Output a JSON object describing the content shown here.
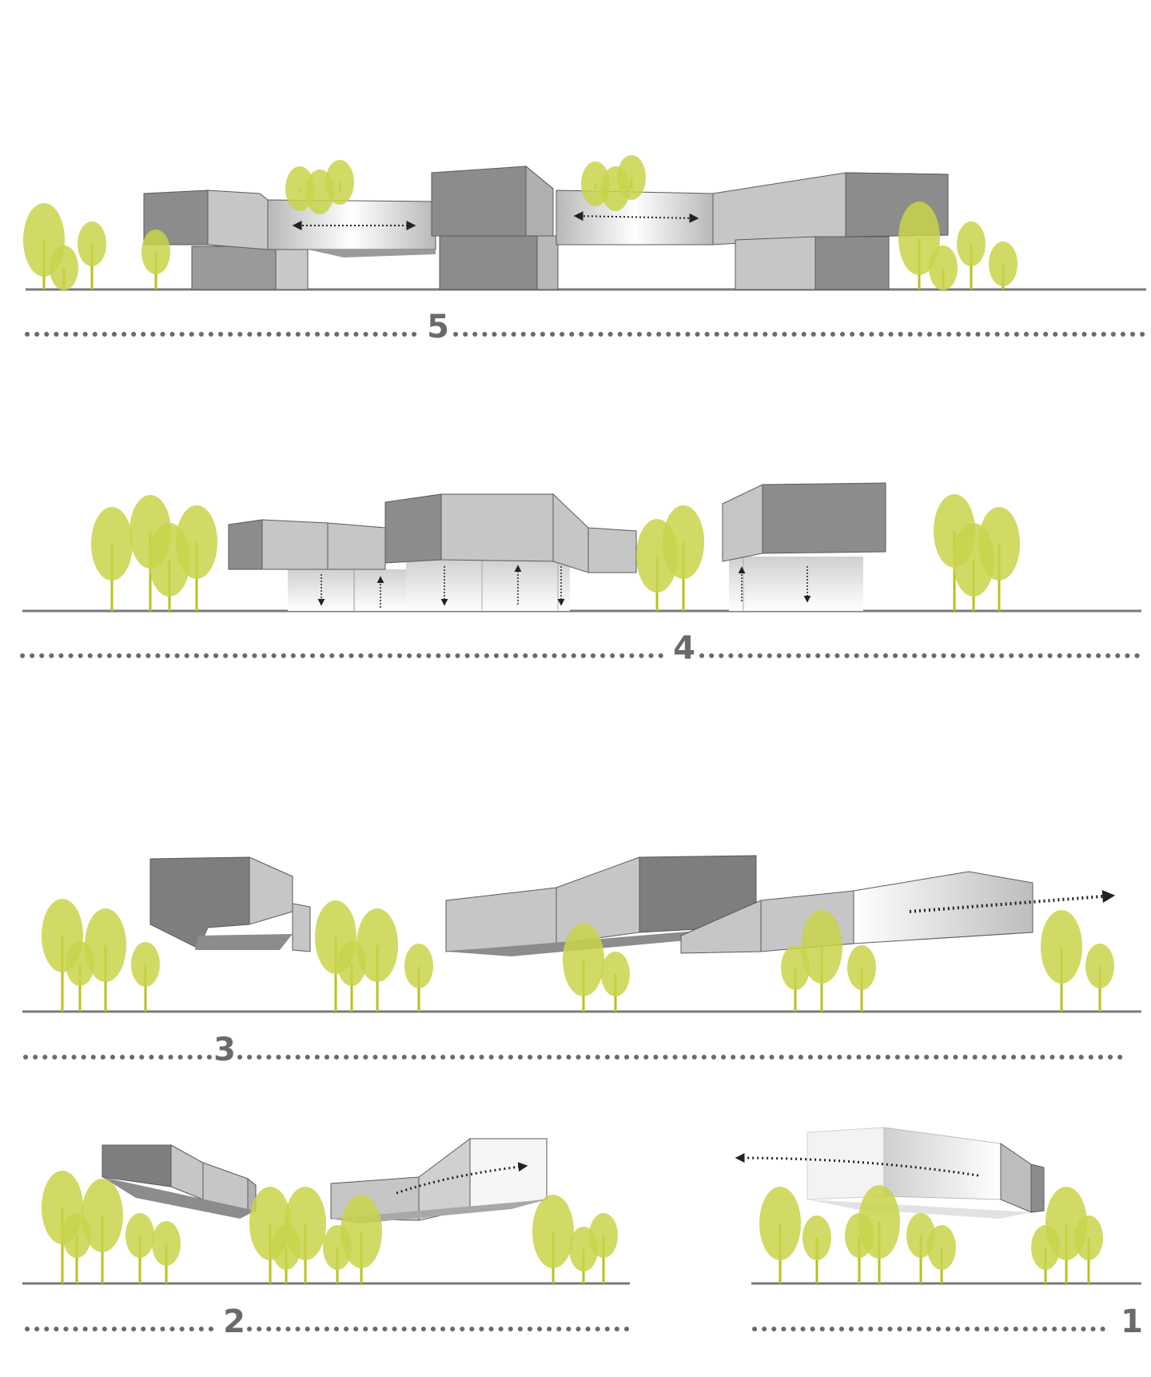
{
  "colors": {
    "background": "#ffffff",
    "tree_crown": "#c8d34a",
    "tree_trunk": "#b8c21e",
    "ground": "#7a7a7a",
    "dotted_line": "#6a6a6a",
    "step_number": "#6a6a6a",
    "volume_dark": "#8c8c8c",
    "volume_light": "#c6c6c6",
    "volume_white": "#f2f2f2",
    "volume_edge": "#5a5a5a",
    "arrow": "#222222"
  },
  "steps": [
    {
      "label": "5",
      "name": "step-5"
    },
    {
      "label": "4",
      "name": "step-4"
    },
    {
      "label": "3",
      "name": "step-3"
    },
    {
      "label": "2",
      "name": "step-2"
    },
    {
      "label": "1",
      "name": "step-1"
    }
  ]
}
